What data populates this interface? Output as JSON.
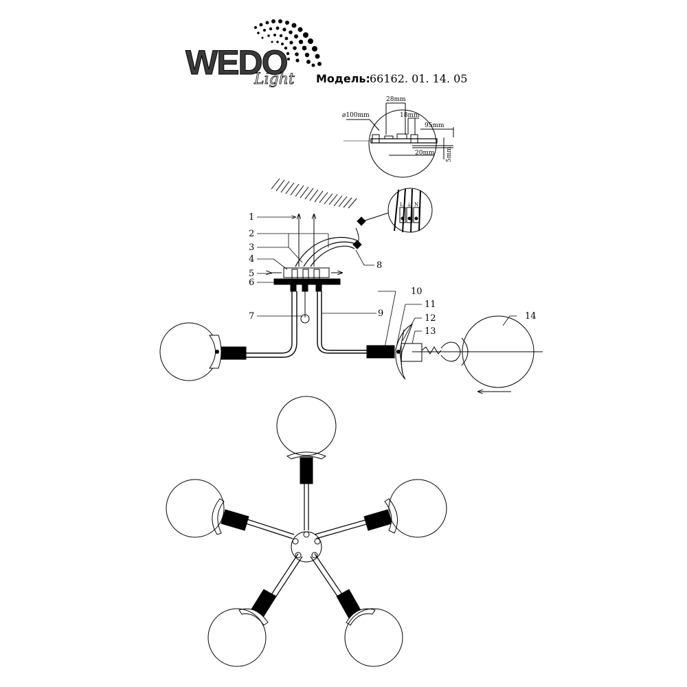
{
  "header": {
    "logo_main": "WEDO",
    "logo_sub": "Light",
    "model_label": "Модель:",
    "model_number": "66162. 01. 14. 05"
  },
  "mount_detail": {
    "dims": {
      "diameter": "⌀100mm",
      "d28": "28mm",
      "d18": "18mm",
      "d95": "95mm",
      "d20": "20mm",
      "d5": "5mm"
    }
  },
  "wiring_detail": {
    "terminals": [
      "L",
      "⏚",
      "N"
    ]
  },
  "callouts": [
    "1",
    "2",
    "3",
    "4",
    "5",
    "6",
    "7",
    "8",
    "9",
    "10",
    "11",
    "12",
    "13",
    "14"
  ],
  "colors": {
    "ink": "#000000",
    "paper": "#ffffff"
  }
}
